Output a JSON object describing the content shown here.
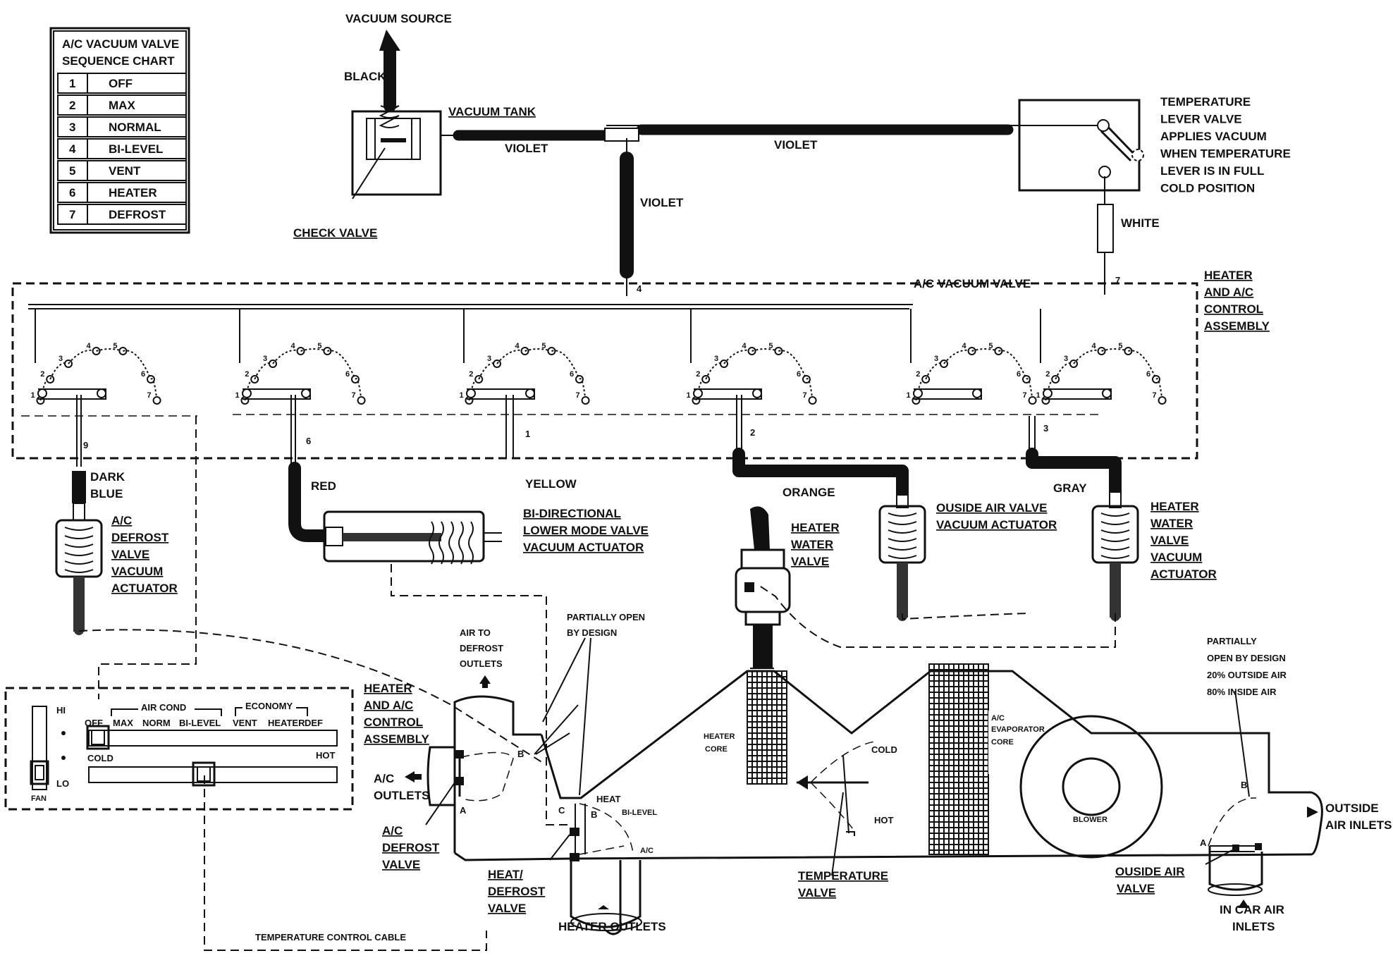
{
  "chart_box": {
    "title_line1": "A/C VACUUM VALVE",
    "title_line2": "SEQUENCE CHART",
    "rows": [
      {
        "num": "1",
        "label": "OFF"
      },
      {
        "num": "2",
        "label": "MAX"
      },
      {
        "num": "3",
        "label": "NORMAL"
      },
      {
        "num": "4",
        "label": "BI-LEVEL"
      },
      {
        "num": "5",
        "label": "VENT"
      },
      {
        "num": "6",
        "label": "HEATER"
      },
      {
        "num": "7",
        "label": "DEFROST"
      }
    ]
  },
  "labels": {
    "vacuum_source": "VACUUM SOURCE",
    "black": "BLACK",
    "vacuum_tank": "VACUUM TANK",
    "check_valve": "CHECK VALVE",
    "violet_1": "VIOLET",
    "violet_2": "VIOLET",
    "violet_3": "VIOLET",
    "white": "WHITE",
    "temp_lever": [
      "TEMPERATURE",
      "LEVER VALVE",
      "APPLIES VACUUM",
      "WHEN TEMPERATURE",
      "LEVER IS IN FULL",
      "COLD POSITION"
    ],
    "ac_vacuum_valve": "A/C VACUUM VALVE",
    "heater_ac_control_top": [
      "HEATER",
      "AND A/C",
      "CONTROL",
      "ASSEMBLY"
    ],
    "dark_blue": [
      "DARK",
      "BLUE"
    ],
    "red": "RED",
    "yellow": "YELLOW",
    "orange": "ORANGE",
    "gray": "GRAY",
    "ac_defrost_actuator": [
      "A/C",
      "DEFROST",
      "VALVE",
      "VACUUM",
      "ACTUATOR"
    ],
    "bidir": [
      "BI-DIRECTIONAL",
      "LOWER MODE VALVE",
      "VACUUM ACTUATOR"
    ],
    "heater_water_valve": [
      "HEATER",
      "WATER",
      "VALVE"
    ],
    "outside_air_actuator": [
      "OUSIDE AIR VALVE",
      "VACUUM ACTUATOR"
    ],
    "hwv_actuator": [
      "HEATER",
      "WATER",
      "VALVE",
      "VACUUM",
      "ACTUATOR"
    ],
    "partially_open": [
      "PARTIALLY OPEN",
      "BY DESIGN"
    ],
    "air_to_defrost": [
      "AIR TO",
      "DEFROST",
      "OUTLETS"
    ],
    "partially_open_2": [
      "PARTIALLY",
      "OPEN BY DESIGN",
      "20% OUTSIDE AIR",
      "80% INSIDE AIR"
    ],
    "heater_ac_control_bottom": [
      "HEATER",
      "AND A/C",
      "CONTROL",
      "ASSEMBLY"
    ],
    "ac_outlets": [
      "A/C",
      "OUTLETS"
    ],
    "ac_defrost_valve": [
      "A/C",
      "DEFROST",
      "VALVE"
    ],
    "heat_defrost_valve": [
      "HEAT/",
      "DEFROST",
      "VALVE"
    ],
    "heater_outlets": "HEATER OUTLETS",
    "temp_control_cable": "TEMPERATURE CONTROL CABLE",
    "heater_core": [
      "HEATER",
      "CORE"
    ],
    "evaporator_core": [
      "A/C",
      "EVAPORATOR",
      "CORE"
    ],
    "blower": "BLOWER",
    "cold": "COLD",
    "hot": "HOT",
    "temperature_valve": [
      "TEMPERATURE",
      "VALVE"
    ],
    "outside_air_valve": [
      "OUSIDE AIR",
      "VALVE"
    ],
    "outside_air_inlets": [
      "OUTSIDE",
      "AIR INLETS"
    ],
    "in_car_air_inlets": [
      "IN CAR AIR",
      "INLETS"
    ],
    "heat": "HEAT",
    "bi_level": "BI-LEVEL",
    "ac_small": "A/C",
    "letters": {
      "a": "A",
      "b": "B",
      "c": "C"
    }
  },
  "control_panel": {
    "hi": "HI",
    "lo": "LO",
    "fan": "FAN",
    "air_cond": "AIR COND",
    "economy": "ECONOMY",
    "positions": [
      "OFF",
      "MAX",
      "NORM",
      "BI-LEVEL",
      "VENT",
      "HEATER",
      "DEF"
    ],
    "cold": "COLD",
    "hot": "HOT"
  },
  "line_numbers": {
    "n4": "4",
    "n7": "7",
    "n9": "9",
    "n6": "6",
    "n1": "1",
    "n2": "2",
    "n3": "3"
  },
  "port_numbers": [
    "1",
    "2",
    "3",
    "4",
    "5",
    "6",
    "7"
  ]
}
